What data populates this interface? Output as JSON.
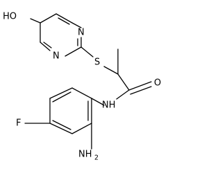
{
  "molecule": {
    "atom_labels": {
      "hydroxyl": "HO",
      "ring_nitrogen_top": "N",
      "ring_nitrogen_bottom": "N",
      "sulfur": "S",
      "carbonyl_oxygen": "O",
      "amide_nitrogen": "NH",
      "fluorine": "F",
      "amino": "NH",
      "amino_subscript": "2"
    }
  }
}
